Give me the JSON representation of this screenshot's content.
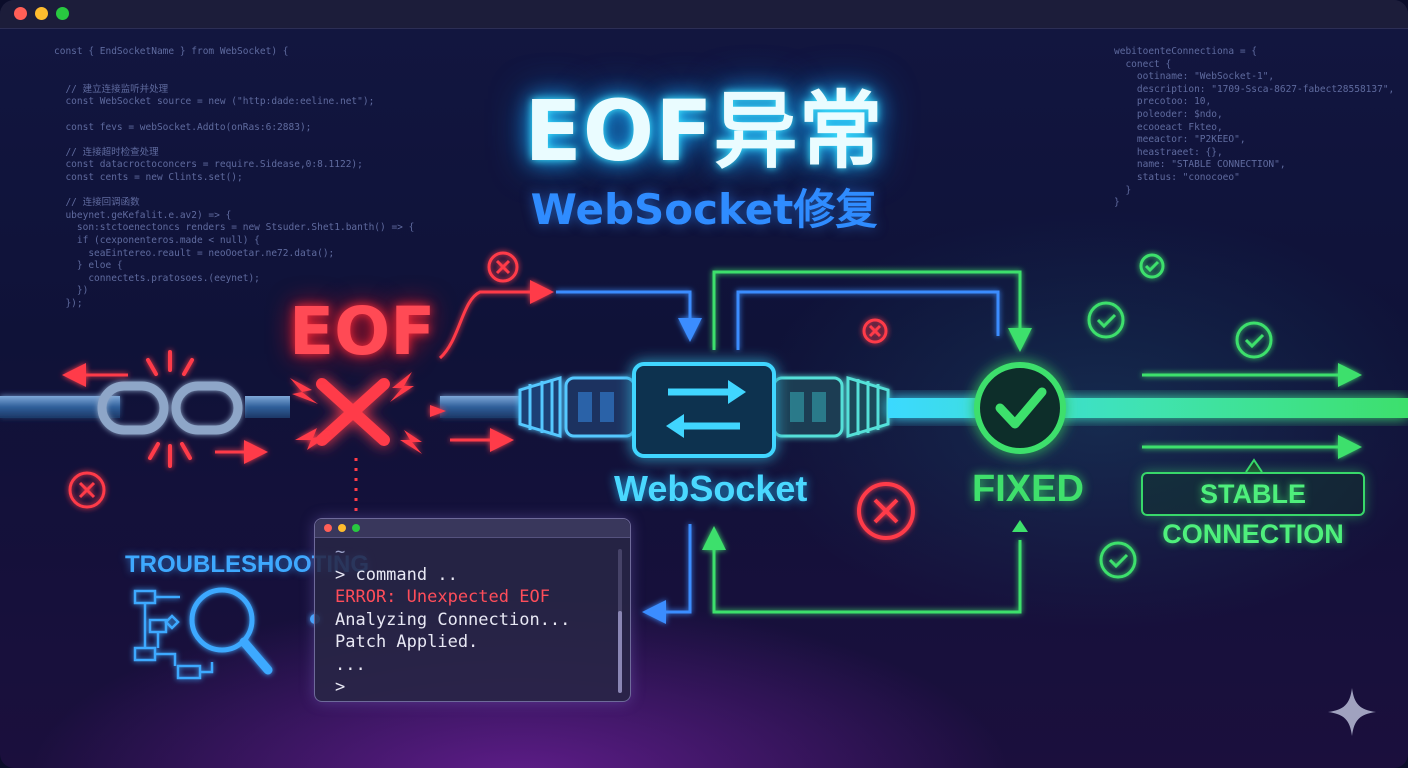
{
  "window": {
    "traffic_lights": {
      "close": "#ff5f57",
      "minimize": "#febc2e",
      "maximize": "#28c840"
    }
  },
  "headline": {
    "title": "EOF异常",
    "subtitle": "WebSocket修复"
  },
  "code_left": [
    "const { EndSocketName } from WebSocket) {",
    "",
    "",
    "  // 建立连接监听并处理",
    "  const WebSocket source = new (\"http:dade:eeline.net\");",
    "",
    "  const fevs = webSocket.Addto(onRas:6:2883);",
    "",
    "  // 连接超时检查处理",
    "  const datacroctoconcers = require.Sidease,0:8.1122);",
    "  const cents = new Clints.set();",
    "",
    "  // 连接回调函数",
    "  ubeynet.geKefalit.e.av2) => {",
    "    son:stctoenectoncs renders = new Stsuder.Shet1.banth() => {",
    "    if (cexponenteros.made < null) {",
    "      seaEintereo.reault = neoOoetar.ne72.data();",
    "    } eloe {",
    "      connectets.pratosoes.(eeynet);",
    "    })",
    "  });"
  ],
  "code_right": [
    "webitoenteConnectiona = {",
    "  conect {",
    "    ootiname: \"WebSocket-1\",",
    "    description: \"1709-Ssca-8627-fabect28558137\",",
    "    precotoo: 10,",
    "    poleoder: $ndo,",
    "    ecooeact Fkteo,",
    "    meeactor: \"P2KEEO\",",
    "    heastraeet: {},",
    "    name: \"STABLE CONNECTION\",",
    "    status: \"conocoeo\"",
    "  }",
    "}"
  ],
  "diagram": {
    "error_label": "EOF",
    "center_label": "WebSocket",
    "fixed_label": "FIXED",
    "stable_label": "STABLE CONNECTION",
    "troubleshooting_label": "TROUBLESHOOTING",
    "colors": {
      "error": "#ff3b48",
      "socket": "#36c8ff",
      "fixed": "#3ee06c",
      "trouble": "#3ea9ff"
    },
    "icons": [
      "broken-chain-icon",
      "error-x-icon",
      "swap-arrows-icon",
      "check-circle-icon",
      "magnifier-flowchart-icon",
      "sparkle-icon"
    ]
  },
  "terminal": {
    "lines": [
      {
        "text": "~",
        "color": "#9aa0c8"
      },
      {
        "text": "> command ..",
        "color": "#e8e8f4"
      },
      {
        "text": "ERROR: Unexpected EOF",
        "color": "#ff4d5a"
      },
      {
        "text": "Analyzing Connection...",
        "color": "#e8e8f4"
      },
      {
        "text": "Patch Applied.",
        "color": "#e8e8f4"
      },
      {
        "text": "...",
        "color": "#e8e8f4"
      },
      {
        "text": ">",
        "color": "#e8e8f4"
      }
    ]
  }
}
